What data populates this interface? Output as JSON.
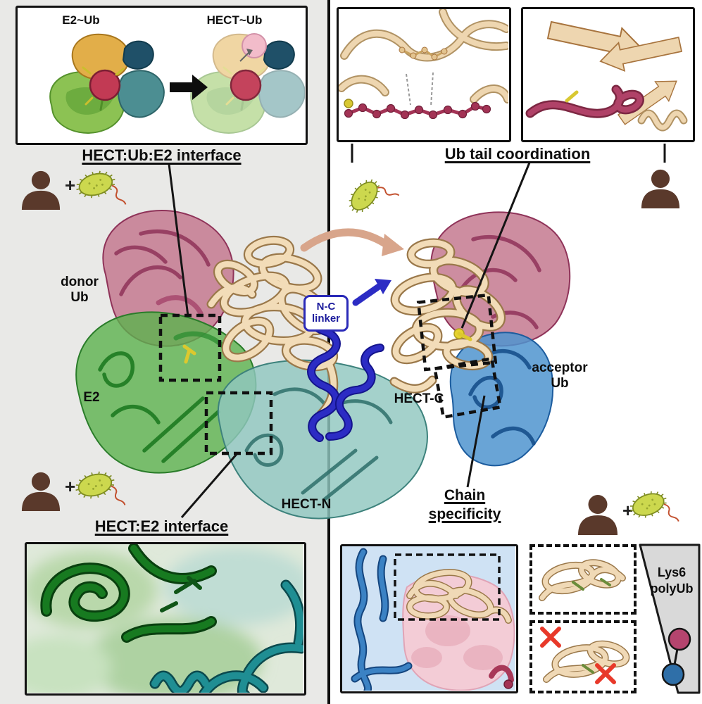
{
  "left_panel": {
    "mechanism_inset": {
      "before_label": "E2~Ub",
      "after_label": "HECT~Ub"
    },
    "hect_ub_e2_title": "HECT:Ub:E2 interface",
    "hect_e2_title": "HECT:E2 interface",
    "plus_top": "+",
    "plus_bottom": "+"
  },
  "structure": {
    "donor_ub_line1": "donor",
    "donor_ub_line2": "Ub",
    "e2_label": "E2",
    "nc_linker_line1": "N-C",
    "nc_linker_line2": "linker",
    "hect_n_label": "HECT-N",
    "hect_c_label": "HECT-C",
    "acceptor_ub_line1": "acceptor",
    "acceptor_ub_line2": "Ub"
  },
  "right_panel": {
    "ub_tail_title": "Ub tail coordination",
    "chain_line1": "Chain",
    "chain_line2": "specificity",
    "plus": "+",
    "lys6_line1": "Lys6",
    "lys6_line2": "polyUb"
  },
  "colors": {
    "left_background": "#e9e9e7",
    "donor_ub_pink": "#c4798f",
    "e2_green": "#5bb24e",
    "hect_teal": "#90c7c0",
    "hect_ribbon_tan": "#f2dcb8",
    "nc_linker_blue": "#2a2ab8",
    "acceptor_ub_blue": "#4f94cf",
    "ub_maroon": "#a33355",
    "bacteria_green": "#ccd84e",
    "person_brown": "#5a392b",
    "cross_red": "#e8392a",
    "residue_yellow": "#e6d22e"
  }
}
